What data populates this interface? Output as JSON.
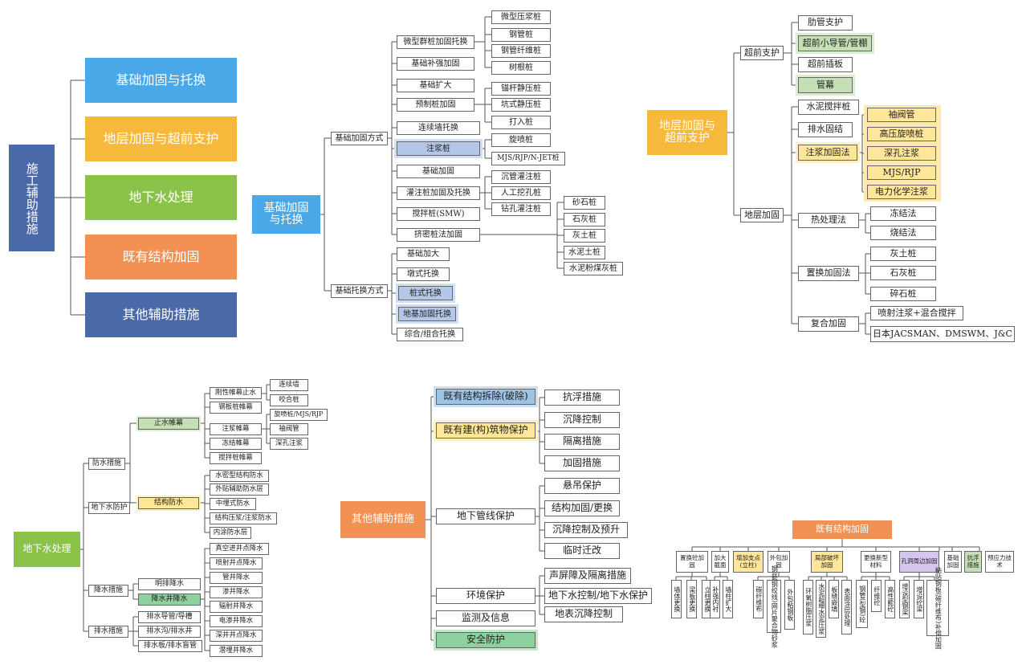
{
  "colors": {
    "blue": "#4aa8e8",
    "gold": "#f6b93b",
    "green": "#8bc34a",
    "orange": "#f39155",
    "navy": "#4a69a8",
    "hl_blue": "#b4c7e7",
    "hl_yellow": "#ffe699",
    "hl_green": "#c5e0b4",
    "hl_purple": "#d5c6ef"
  },
  "overview": {
    "root": "施工辅助措施",
    "items": [
      "基础加固与托换",
      "地层加固与超前支护",
      "地下水处理",
      "既有结构加固",
      "其他辅助措施"
    ]
  },
  "foundation": {
    "root": "基础加固与托换",
    "branch1": "基础加固方式",
    "branch2": "基础托换方式",
    "b1": [
      "微型群桩加固托换",
      "基础补强加固",
      "基础扩大",
      "预制桩加固",
      "连续墙托换",
      "注浆桩",
      "基础加固",
      "灌注桩加固及托换",
      "搅拌桩(SMW)",
      "挤密桩法加固"
    ],
    "micro": [
      "微型压浆桩",
      "钢管桩",
      "钢管纤维桩",
      "树根桩"
    ],
    "precast": [
      "锚杆静压桩",
      "坑式静压桩",
      "打入桩"
    ],
    "grout": [
      "旋喷桩",
      "MJS/RJP/N-JET桩"
    ],
    "cast": [
      "沉管灌注桩",
      "人工挖孔桩",
      "钻孔灌注桩"
    ],
    "compact": [
      "砂石桩",
      "石灰桩",
      "灰土桩",
      "水泥土桩",
      "水泥粉煤灰桩"
    ],
    "b2": [
      "基础加大",
      "墩式托换",
      "桩式托换",
      "地基加固托换",
      "综合/组合托换"
    ]
  },
  "stratum": {
    "root": "地层加固与超前支护",
    "advance": "超前支护",
    "advance_items": [
      "肋管支护",
      "超前小导管/管棚",
      "超前插板",
      "管幕"
    ],
    "ground": "地层加固",
    "ground_items": [
      "水泥搅拌桩",
      "排水固结",
      "注浆加固法",
      "热处理法",
      "置换加固法",
      "复合加固"
    ],
    "grouting": [
      "袖阀管",
      "高压旋喷桩",
      "深孔注浆",
      "MJS/RJP",
      "电力化学注浆"
    ],
    "thermal": [
      "冻结法",
      "烧结法"
    ],
    "replace": [
      "灰土桩",
      "石灰桩",
      "碎石桩"
    ],
    "composite": [
      "喷射注浆+混合搅拌",
      "日本JACSMAN、DMSWM、J&C"
    ]
  },
  "groundwater": {
    "root": "地下水处理",
    "l1": [
      "防水措施",
      "地下水防护",
      "降水措施",
      "排水措施"
    ],
    "curtain": "止水帷幕",
    "struct_wp": "结构防水",
    "curtain_items": [
      "刚性帷幕止水",
      "钢板桩帷幕",
      "注浆帷幕",
      "冻结帷幕",
      "搅拌桩帷幕"
    ],
    "rigid": [
      "连续墙",
      "咬合桩"
    ],
    "grout_curtain": [
      "旋喷桩/MJS/RJP",
      "袖阀管",
      "深孔注浆"
    ],
    "struct_items": [
      "水密型结构防水",
      "外贴辅助防水层",
      "中埋式防水",
      "结构压浆/注浆防水",
      "内涂防水层"
    ],
    "dewater": [
      "明排降水",
      "降水井降水"
    ],
    "wells": [
      "真空进井点降水",
      "喷射井点降水",
      "管井降水",
      "渗井降水",
      "辐射井降水",
      "电渗井降水",
      "深井井点降水",
      "潜埋井降水"
    ],
    "drain": [
      "排水导管/导槽",
      "排水沟/排水井",
      "排水板/排水盲管"
    ]
  },
  "other": {
    "root": "其他辅助措施",
    "left": [
      "既有结构拆除(破除)",
      "既有建(构)筑物保护",
      "地下管线保护",
      "环境保护",
      "监测及信息",
      "安全防护"
    ],
    "protect": [
      "抗浮措施",
      "沉降控制",
      "隔离措施",
      "加固措施"
    ],
    "pipe": [
      "悬吊保护",
      "结构加固/更换",
      "沉降控制及预升",
      "临时迁改"
    ],
    "env": [
      "声屏障及隔离措施",
      "地下水控制/地下水保护",
      "地表沉降控制"
    ]
  },
  "existing": {
    "root": "既有结构加固",
    "cats": [
      "置换砼加固",
      "加大截面",
      "增加支点(立柱)",
      "外包加固",
      "局部破坏加固",
      "更换新型材料",
      "孔洞周边加固",
      "基础加固",
      "抗浮措施",
      "预应力技术"
    ],
    "subs": [
      "墙体更换",
      "梁板更换",
      "立柱更换",
      "补强内衬",
      "墙柱扩大",
      "碳纤维布",
      "钢丝(钢绞线)网片聚合物砂浆",
      "外包粘钢板",
      "环氧树脂压浆",
      "水泥超细水泥压浆",
      "板缝嵌填",
      "表面涂层处理",
      "钢管(型钢)砼",
      "纤维砼",
      "高性能砼",
      "增设型钢梁",
      "增设砼梁",
      "粘贴钢板(碳纤维布)补偿加固"
    ]
  }
}
